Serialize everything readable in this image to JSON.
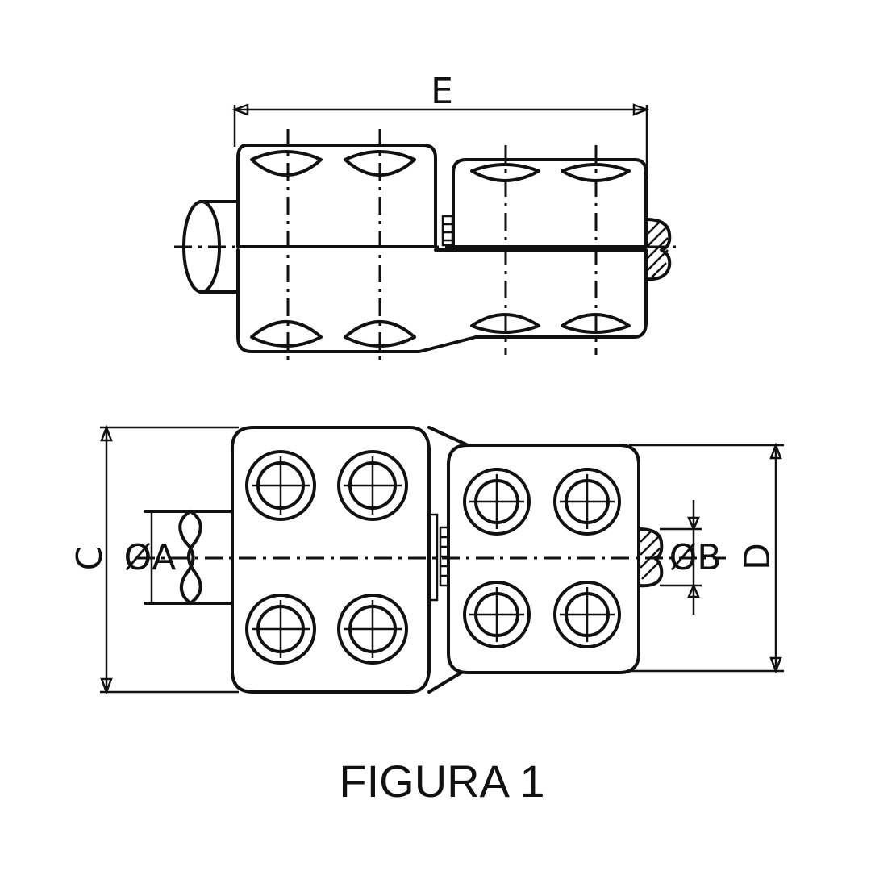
{
  "figure": {
    "caption": "FIGURA 1",
    "dimensions": {
      "E": "E",
      "C": "C",
      "D": "D",
      "A": "ØA",
      "B": "ØB"
    }
  }
}
